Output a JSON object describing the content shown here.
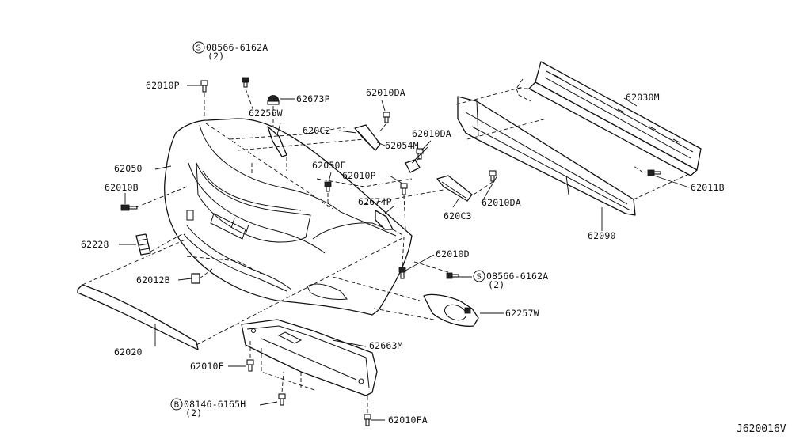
{
  "diagram": {
    "id_label": "J620016V",
    "callouts": [
      {
        "id": "c01",
        "text": "08566-6162A",
        "qty": "(2)",
        "prefix": "S"
      },
      {
        "id": "c02",
        "text": "62010P"
      },
      {
        "id": "c03",
        "text": "62673P"
      },
      {
        "id": "c04",
        "text": "62256W"
      },
      {
        "id": "c05",
        "text": "62010DA"
      },
      {
        "id": "c06",
        "text": "620C2"
      },
      {
        "id": "c07",
        "text": "62010DA"
      },
      {
        "id": "c08",
        "text": "62054M"
      },
      {
        "id": "c09",
        "text": "62050"
      },
      {
        "id": "c10",
        "text": "62050E"
      },
      {
        "id": "c11",
        "text": "62010P"
      },
      {
        "id": "c12",
        "text": "62010B"
      },
      {
        "id": "c13",
        "text": "62674P"
      },
      {
        "id": "c14",
        "text": "620C3"
      },
      {
        "id": "c15",
        "text": "62010DA"
      },
      {
        "id": "c16",
        "text": "62030M"
      },
      {
        "id": "c17",
        "text": "62011B"
      },
      {
        "id": "c18",
        "text": "62090"
      },
      {
        "id": "c19",
        "text": "62228"
      },
      {
        "id": "c20",
        "text": "62010D"
      },
      {
        "id": "c21",
        "text": "08566-6162A",
        "qty": "(2)",
        "prefix": "S"
      },
      {
        "id": "c22",
        "text": "62012B"
      },
      {
        "id": "c23",
        "text": "62257W"
      },
      {
        "id": "c24",
        "text": "62663M"
      },
      {
        "id": "c25",
        "text": "62020"
      },
      {
        "id": "c26",
        "text": "62010F"
      },
      {
        "id": "c27",
        "text": "08146-6165H",
        "qty": "(2)",
        "prefix": "B"
      },
      {
        "id": "c28",
        "text": "62010FA"
      }
    ]
  }
}
